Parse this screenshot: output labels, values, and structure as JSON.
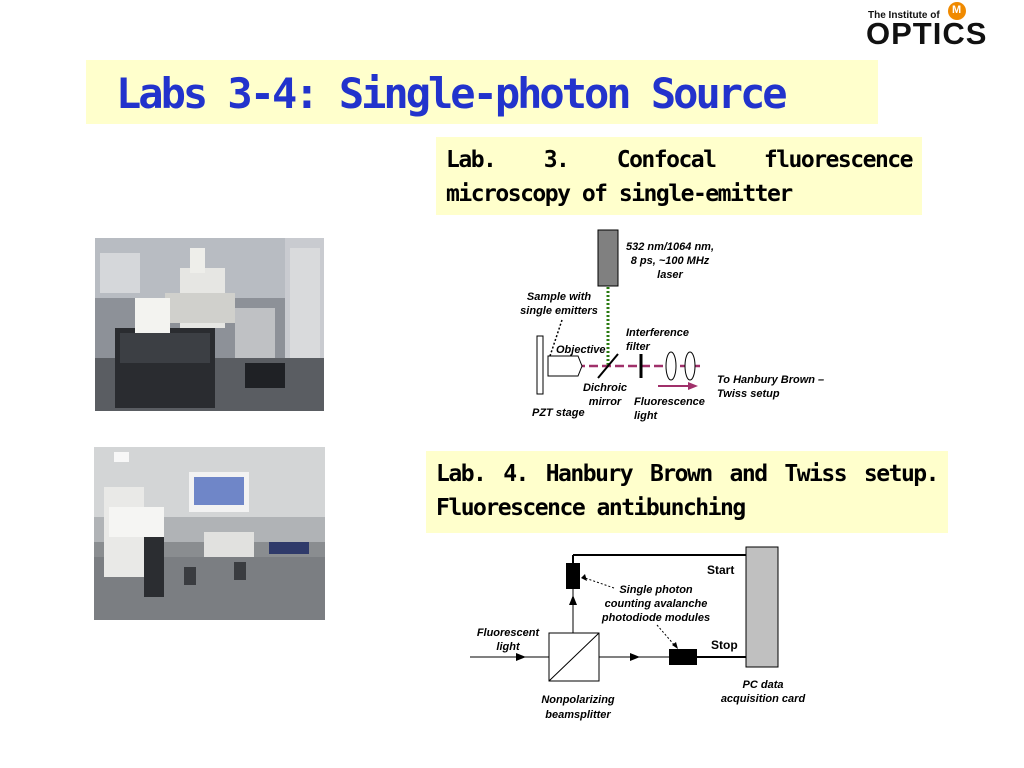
{
  "logo": {
    "small_text": "The Institute of",
    "big_text": "OPTICS"
  },
  "title": "Labs 3-4:  Single-photon Source",
  "lab3": {
    "text": "Lab. 3. Confocal fluorescence microscopy of single-emitter"
  },
  "lab4": {
    "text": "Lab. 4. Hanbury Brown and Twiss setup. Fluorescence antibunching"
  },
  "diagram1": {
    "laser_line1": "532 nm/1064 nm,",
    "laser_line2": "8 ps, ~100 MHz",
    "laser_line3": "laser",
    "sample_line1": "Sample with",
    "sample_line2": "single emitters",
    "interference_line1": "Interference",
    "interference_line2": "filter",
    "objective": "Objective",
    "hbt_line1": "To Hanbury Brown –",
    "hbt_line2": "Twiss setup",
    "dichroic_line1": "Dichroic",
    "dichroic_line2": "mirror",
    "fluor_line1": "Fluorescence",
    "fluor_line2": "light",
    "pzt": "PZT stage"
  },
  "diagram2": {
    "start": "Start",
    "stop": "Stop",
    "spcm_line1": "Single photon",
    "spcm_line2": "counting avalanche",
    "spcm_line3": "photodiode modules",
    "fluor_line1": "Fluorescent",
    "fluor_line2": "light",
    "bs_line1": "Nonpolarizing",
    "bs_line2": "beamsplitter",
    "pc_line1": "PC data",
    "pc_line2": "acquisition card"
  }
}
